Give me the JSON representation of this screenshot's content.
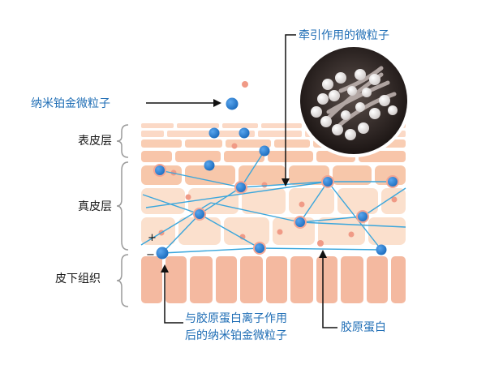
{
  "labels": {
    "nano_particle": "纳米铂金微粒子",
    "epidermis": "表皮层",
    "dermis": "真皮层",
    "subcutaneous": "皮下组织",
    "traction_particle": "牵引作用的微粒子",
    "bound_particle_line1": "与胶原蛋白离子作用",
    "bound_particle_line2": "后的纳米铂金微粒子",
    "collagen": "胶原蛋白",
    "plus_sign": "+",
    "minus_sign": "−"
  },
  "colors": {
    "particle_blue": "#1f6fc0",
    "collagen_dot": "#f09a86",
    "fiber_line": "#3aa6dc",
    "label_blue": "#1e6db5",
    "skin_light": "#fbe0cd",
    "skin_mid": "#f6c4a5",
    "skin_deep": "#f2b398"
  },
  "icons": {
    "inset": "microscope-photo-icon"
  }
}
